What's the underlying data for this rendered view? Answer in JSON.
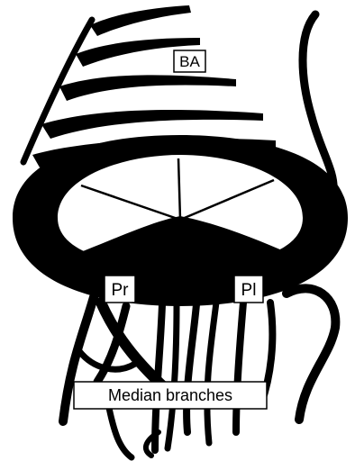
{
  "labels": {
    "ba": "BA",
    "pr": "Pr",
    "pl": "Pl",
    "median": "Median branches"
  },
  "colors": {
    "ink": "#000000",
    "paper": "#ffffff"
  }
}
